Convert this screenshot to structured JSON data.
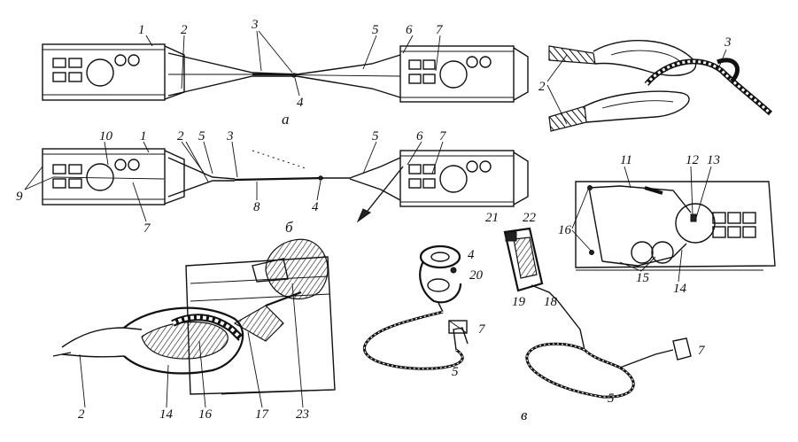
{
  "labels": {
    "n1": "1",
    "n2": "2",
    "n3": "3",
    "n4": "4",
    "n5": "5",
    "n6": "6",
    "n7": "7",
    "n8": "8",
    "n9": "9",
    "n10": "10",
    "n11": "11",
    "n12": "12",
    "n13": "13",
    "n14": "14",
    "n15": "15",
    "n16": "16",
    "n17": "17",
    "n18": "18",
    "n19": "19",
    "n20": "20",
    "n21": "21",
    "n22": "22",
    "n23": "23"
  },
  "sub_labels": {
    "a": "а",
    "b": "б",
    "v": "в"
  }
}
